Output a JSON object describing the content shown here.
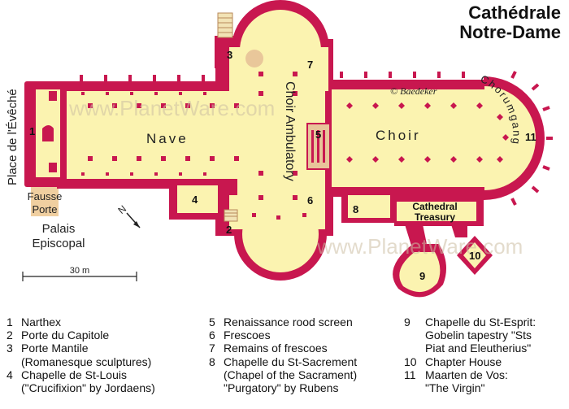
{
  "title": {
    "line1": "Cathédrale",
    "line2": "Notre-Dame"
  },
  "map": {
    "watermark": "www.PlanetWare.com",
    "copyright": "© Baedeker",
    "labels": {
      "place": "Place de l'Évêché",
      "nave": "Nave",
      "choir": "Choir",
      "choir_ambulatory": "Choir Ambulatory",
      "chorumgang": "Chorumgang",
      "fausse_porte_1": "Fausse",
      "fausse_porte_2": "Porte",
      "palais_1": "Palais",
      "palais_2": "Episcopal",
      "treasury_1": "Cathedral",
      "treasury_2": "Treasury",
      "north": "N",
      "scale": "30 m"
    },
    "numbers": [
      "1",
      "2",
      "3",
      "4",
      "5",
      "6",
      "7",
      "8",
      "9",
      "10",
      "11"
    ],
    "colors": {
      "wall": "#c8174f",
      "floor": "#fbf3b0",
      "annex": "#f0cfa0"
    }
  },
  "legend": {
    "col1": [
      {
        "num": "1",
        "lines": [
          "Narthex"
        ]
      },
      {
        "num": "2",
        "lines": [
          "Porte du Capitole"
        ]
      },
      {
        "num": "3",
        "lines": [
          "Porte Mantile",
          "(Romanesque sculptures)"
        ]
      },
      {
        "num": "4",
        "lines": [
          "Chapelle de St-Louis",
          "(\"Crucifixion\" by Jordaens)"
        ]
      }
    ],
    "col2": [
      {
        "num": "5",
        "lines": [
          "Renaissance rood screen"
        ]
      },
      {
        "num": "6",
        "lines": [
          "Frescoes"
        ]
      },
      {
        "num": "7",
        "lines": [
          "Remains of frescoes"
        ]
      },
      {
        "num": "8",
        "lines": [
          "Chapelle du St-Sacrement",
          "(Chapel of the Sacrament)",
          "\"Purgatory\" by Rubens"
        ]
      }
    ],
    "col3": [
      {
        "num": "9",
        "lines": [
          "Chapelle du St-Esprit:",
          "Gobelin tapestry \"Sts",
          "Piat and Eleutherius\""
        ]
      },
      {
        "num": "10",
        "lines": [
          "Chapter House"
        ]
      },
      {
        "num": "11",
        "lines": [
          "Maarten de Vos:",
          "\"The Virgin\""
        ]
      }
    ]
  }
}
